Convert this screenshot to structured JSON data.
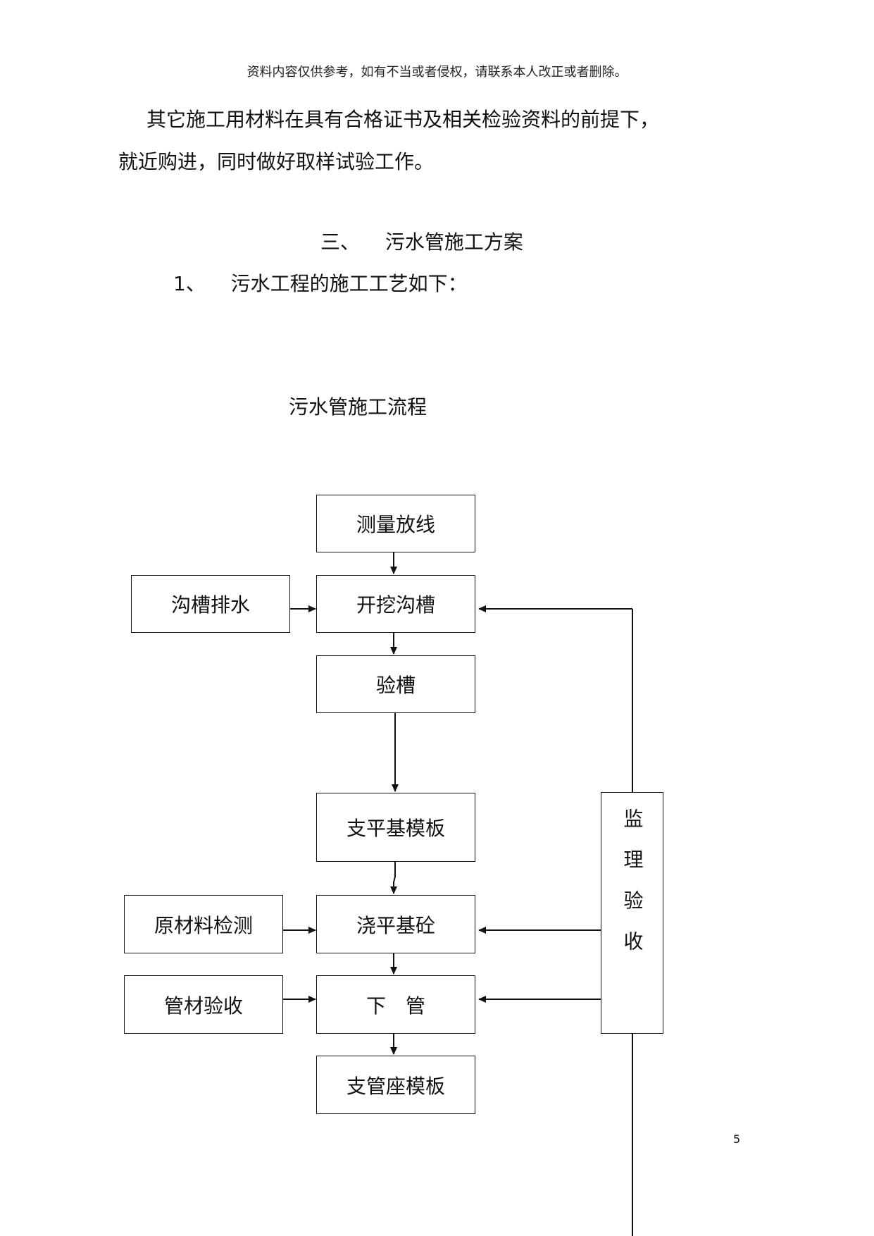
{
  "header": "资料内容仅供参考，如有不当或者侵权，请联系本人改正或者删除。",
  "paragraph": {
    "line1": "其它施工用材料在具有合格证书及相关检验资料的前提下，",
    "line2": "就近购进，同时做好取样试验工作。"
  },
  "section": {
    "number": "三、",
    "title": "污水管施工方案"
  },
  "subsection": {
    "number": "1、",
    "title": "污水工程的施工工艺如下："
  },
  "flowchart": {
    "title": "污水管施工流程",
    "steps": {
      "survey": "测量放线",
      "excavate": "开挖沟槽",
      "inspect_trench": "验槽",
      "formwork": "支平基模板",
      "pour": "浇平基砼",
      "lay_pipe": "下　管",
      "seat_formwork": "支管座模板"
    },
    "side_inputs": {
      "drainage": "沟槽排水",
      "material_test": "原材料检测",
      "pipe_acceptance": "管材验收"
    },
    "supervision": "监理验收"
  },
  "page_number": "5"
}
